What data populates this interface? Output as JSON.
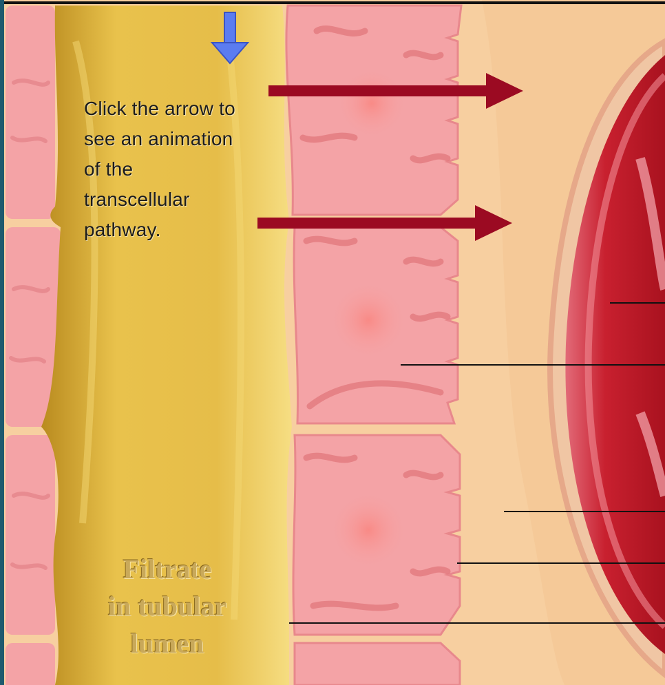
{
  "instruction": {
    "lines": [
      "Click the arrow to",
      "see an animation",
      "of the",
      "transcellular",
      "pathway."
    ]
  },
  "lumen_label": {
    "lines": [
      "Filtrate",
      "in tubular",
      "lumen"
    ]
  },
  "colors": {
    "frame": "#1e5a6e",
    "lumen_gold": "#e3b23c",
    "cell_pink": "#f4a3a6",
    "interstitial_peach": "#f7cfa0",
    "capillary_red": "#c8202f",
    "pathway_arrow": "#9b0a22",
    "play_arrow": "#5b7cf0",
    "leader_line": "#111111"
  },
  "icons": {
    "play_arrow": "down-arrow-icon",
    "pathway_arrows": "right-arrow-icon"
  }
}
